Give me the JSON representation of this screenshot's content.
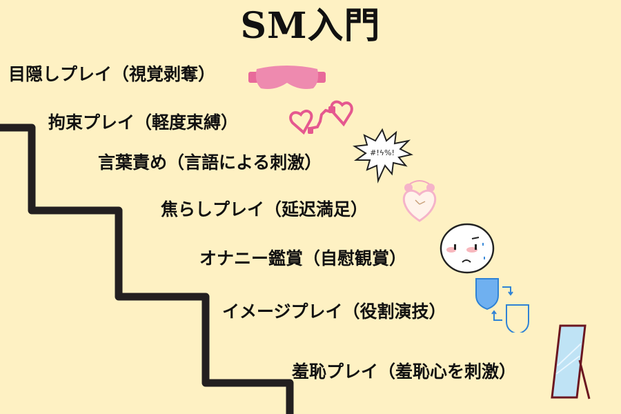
{
  "title": "SM入門",
  "colors": {
    "background": "#fef1c3",
    "stairs": "#231f20",
    "pink": "#ec7fa6",
    "blue": "#3b8ad9",
    "mirror_frame": "#6b1620",
    "mirror_glass": "#bfe3f5"
  },
  "steps": [
    {
      "label": "目隠しプレイ（視覚剥奪）",
      "icon": "sleep-mask-icon"
    },
    {
      "label": "拘束プレイ（軽度束縛）",
      "icon": "heart-handcuffs-icon"
    },
    {
      "label": "言葉責め（言語による刺激）",
      "icon": "speech-burst-icon",
      "icon_text": "#!ϟ%!"
    },
    {
      "label": "焦らしプレイ（延迟満足）",
      "icon": "alarm-clock-icon"
    },
    {
      "label": "オナニー鑑賞（自慰観賞）",
      "icon": "embarrassed-face-icon"
    },
    {
      "label": "イメージプレイ（役割演技）",
      "icon": "theater-masks-icon"
    },
    {
      "label": "羞恥プレイ（羞恥心を刺激）",
      "icon": "standing-mirror-icon"
    }
  ]
}
